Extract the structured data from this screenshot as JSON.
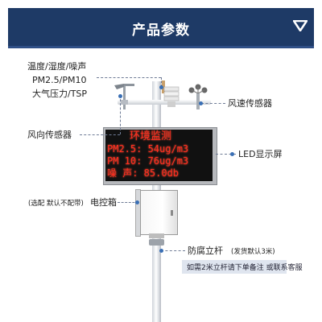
{
  "header": {
    "title": "产品参数"
  },
  "labels": {
    "sensors_line1": "温度/湿度/噪声",
    "sensors_line2": "PM2.5/PM10",
    "sensors_line3": "大气压力/TSP",
    "wind_speed": "风速传感器",
    "wind_direction": "风向传感器",
    "led_screen": "LED显示屏",
    "control_box_note": "(选配 默认不配带)",
    "control_box": "电控箱",
    "pole": "防腐立杆",
    "pole_note": "(发货默认3米)",
    "pole_remark": "如需2米立杆请下单备注 或联系客服"
  },
  "led": {
    "line1": "环境监测",
    "line2": "PM2.5:  54ug/m3",
    "line3": "PM 10:  76ug/m3",
    "line4": "噪 声:  85.0db"
  },
  "colors": {
    "header_bg": "#1e3a66",
    "led_text": "#ff2d1f",
    "note_bg": "#dfe5ef"
  }
}
